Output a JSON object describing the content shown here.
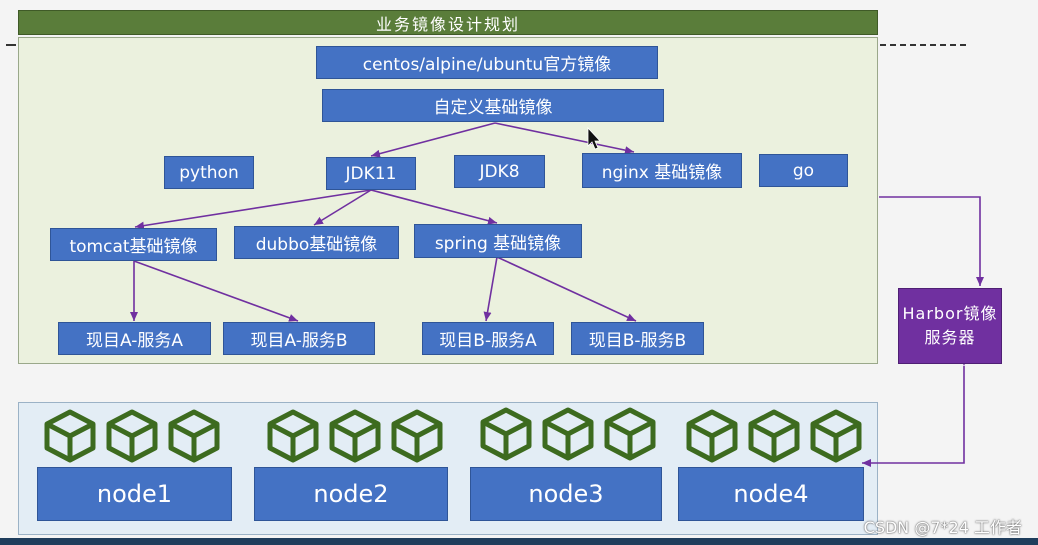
{
  "title": "业务镜像设计规划",
  "boxes": {
    "os_images": "centos/alpine/ubuntu官方镜像",
    "custom_base": "自定义基础镜像",
    "python": "python",
    "jdk11": "JDK11",
    "jdk8": "JDK8",
    "nginx": "nginx 基础镜像",
    "go": "go",
    "tomcat": "tomcat基础镜像",
    "dubbo": "dubbo基础镜像",
    "spring": "spring 基础镜像",
    "proj_a_svc_a": "现目A-服务A",
    "proj_a_svc_b": "现目A-服务B",
    "proj_b_svc_a": "现目B-服务A",
    "proj_b_svc_b": "现目B-服务B"
  },
  "harbor": {
    "line1": "Harbor镜像",
    "line2": "服务器"
  },
  "nodes": [
    "node1",
    "node2",
    "node3",
    "node4"
  ],
  "watermark": "CSDN @7*24 工作者",
  "colors": {
    "title_green": "#5a7d3a",
    "box_blue": "#4472c4",
    "harbor_purple": "#7030a0",
    "arrow_purple": "#7030a0",
    "cube_green": "#3d6b1f"
  }
}
